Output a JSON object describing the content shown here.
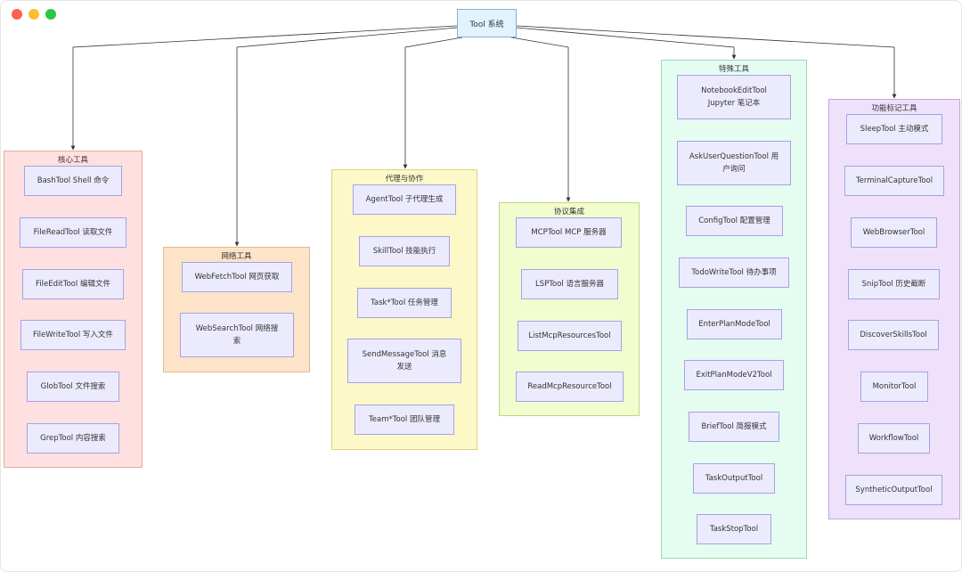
{
  "window": {
    "controls": [
      "close",
      "minimize",
      "zoom"
    ]
  },
  "root": {
    "label": "Tool 系统"
  },
  "groups": [
    {
      "title": "核心工具",
      "fill": "#fde0df",
      "border": "#e7ab9d",
      "tools": [
        "BashTool Shell 命令",
        "FileReadTool 读取文件",
        "FileEditTool 编辑文件",
        "FileWriteTool 写入文件",
        "GlobTool 文件搜索",
        "GrepTool 内容搜索"
      ]
    },
    {
      "title": "网络工具",
      "fill": "#fde4c9",
      "border": "#e6b98a",
      "tools": [
        "WebFetchTool 网页获取",
        "WebSearchTool 网络搜",
        "索"
      ]
    },
    {
      "title": "代理与协作",
      "fill": "#fdf8c8",
      "border": "#dcd27f",
      "tools": [
        "AgentTool 子代理生成",
        "SkillTool 技能执行",
        "Task*Tool 任务管理",
        "SendMessageTool 消息",
        "发送",
        "Team*Tool 团队管理"
      ]
    },
    {
      "title": "协议集成",
      "fill": "#f1fccf",
      "border": "#bfd77f",
      "tools": [
        "MCPTool MCP 服务器",
        "LSPTool 语言服务器",
        "ListMcpResourcesTool",
        "ReadMcpResourceTool"
      ]
    },
    {
      "title": "特殊工具",
      "fill": "#e5fcf1",
      "border": "#97d8b3",
      "tools": [
        "NotebookEditTool",
        "Jupyter 笔记本",
        "AskUserQuestionTool 用",
        "户询问",
        "ConfigTool 配置管理",
        "TodoWriteTool 待办事项",
        "EnterPlanModeTool",
        "ExitPlanModeV2Tool",
        "BriefTool 简报模式",
        "TaskOutputTool",
        "TaskStopTool"
      ]
    },
    {
      "title": "功能标记工具",
      "fill": "#efe0fb",
      "border": "#c4a5e0",
      "tools": [
        "SleepTool 主动模式",
        "TerminalCaptureTool",
        "WebBrowserTool",
        "SnipTool 历史截断",
        "DiscoverSkillsTool",
        "MonitorTool",
        "WorkflowTool",
        "SyntheticOutputTool"
      ]
    }
  ]
}
